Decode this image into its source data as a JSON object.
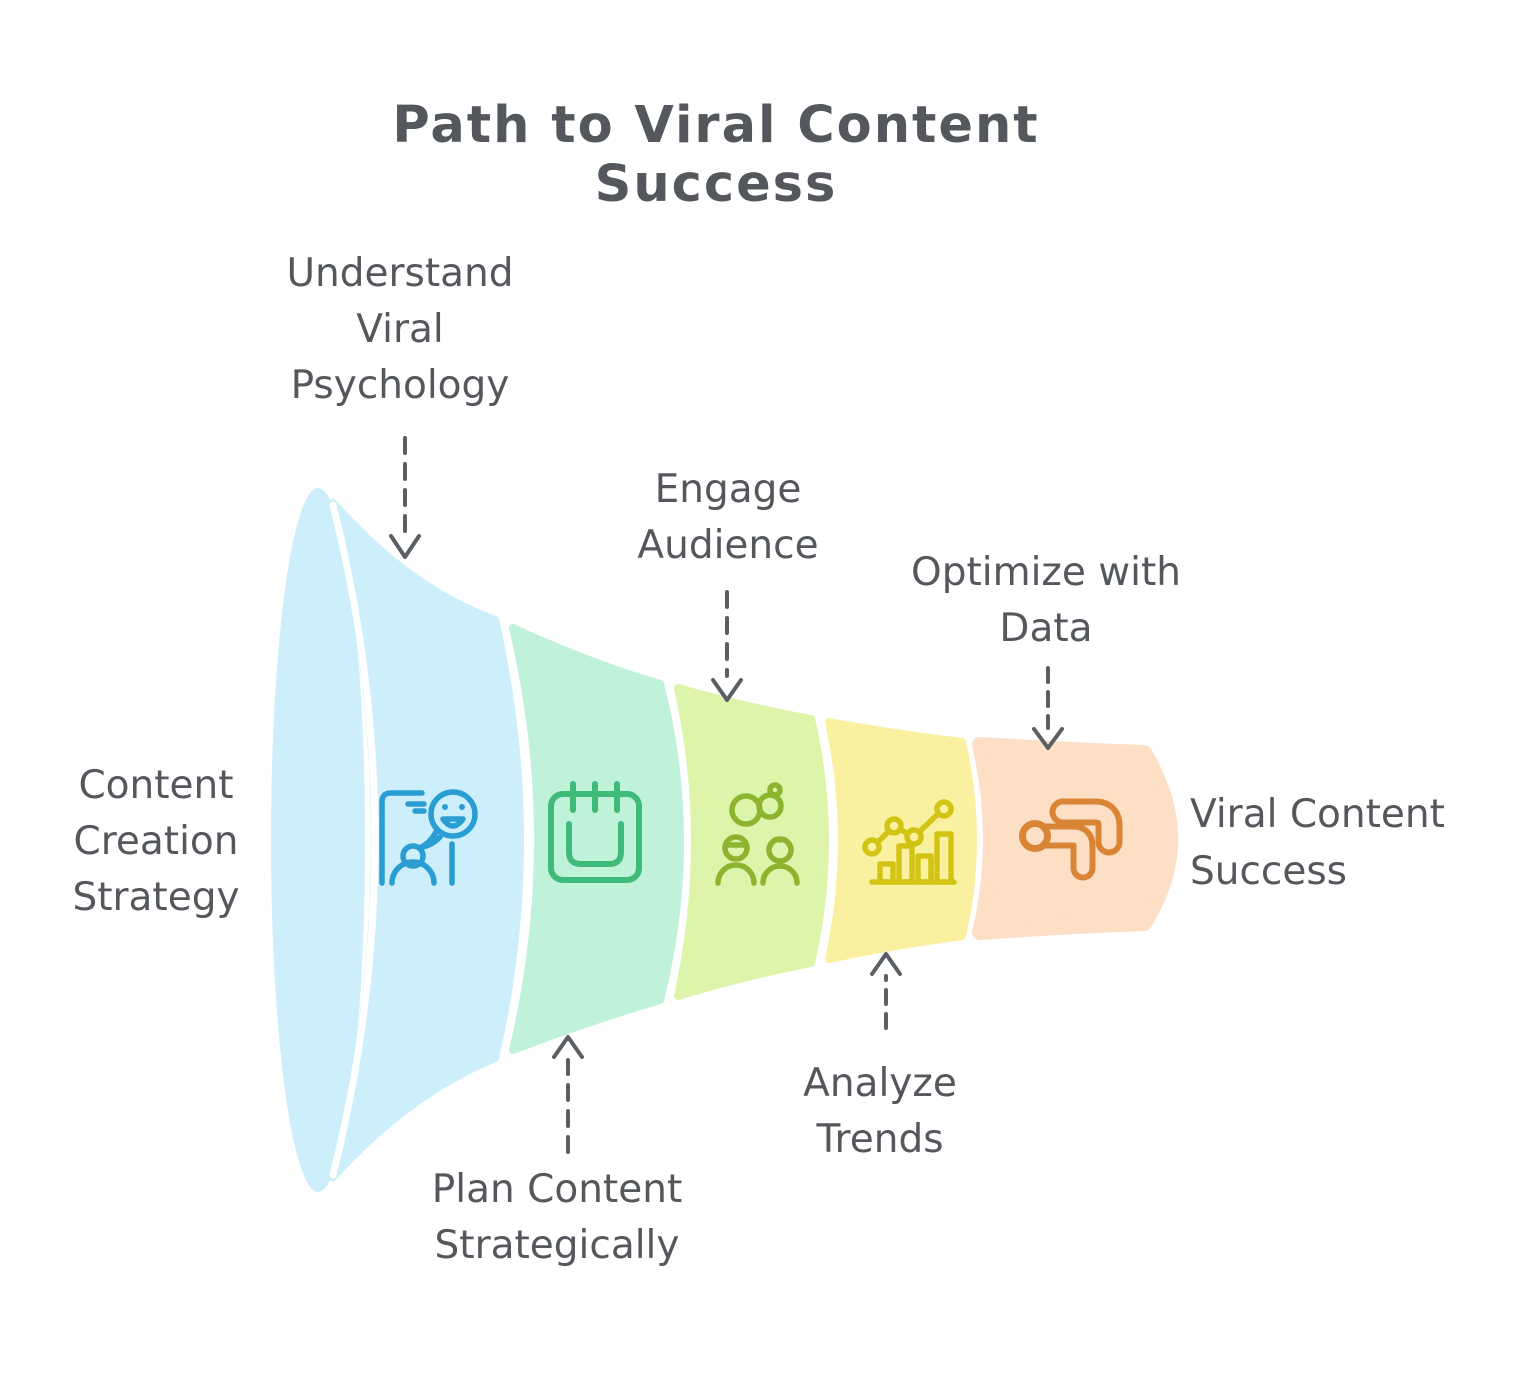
{
  "title": "Path to Viral Content Success",
  "colors": {
    "text": "#54585d",
    "arrow": "#5a5f64",
    "separator": "#ffffff"
  },
  "stages": [
    {
      "id": "understand-viral-psychology",
      "callout": "Understand\nViral\nPsychology",
      "fill": "#cdeefb",
      "icon_color": "#2a9dd3",
      "icon": "smartphone-chat-icon"
    },
    {
      "id": "plan-content-strategically",
      "callout": "Plan Content\nStrategically",
      "fill": "#bff2d8",
      "icon_color": "#3fba79",
      "icon": "content-calendar-icon"
    },
    {
      "id": "engage-audience",
      "callout": "Engage\nAudience",
      "fill": "#ddf4ab",
      "icon_color": "#8cb42f",
      "icon": "audience-people-icon"
    },
    {
      "id": "analyze-trends",
      "callout": "Analyze\nTrends",
      "fill": "#f9f1a0",
      "icon_color": "#d2c414",
      "icon": "trend-analytics-icon"
    },
    {
      "id": "optimize-with-data",
      "callout": "Optimize with\nData",
      "fill": "#fcdfc5",
      "icon_color": "#da8435",
      "icon": "share-growth-icon"
    }
  ],
  "endpoints": {
    "input": "Content\nCreation\nStrategy",
    "output": "Viral Content\nSuccess"
  }
}
